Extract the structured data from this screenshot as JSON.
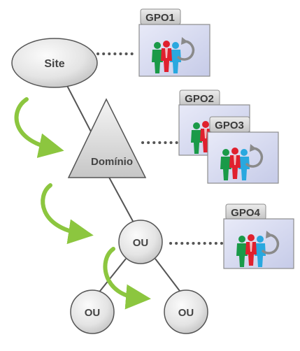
{
  "nodes": {
    "site": "Site",
    "domain": "Domínio",
    "ou_top": "OU",
    "ou_left": "OU",
    "ou_right": "OU"
  },
  "gpos": {
    "gpo1": "GPO1",
    "gpo2": "GPO2",
    "gpo3": "GPO3",
    "gpo4": "GPO4"
  },
  "colors": {
    "node_fill_light": "#f2f2f2",
    "node_fill_dark": "#c4c4c4",
    "arrow_green": "#8cc63f",
    "gpo_card": "#d4d8f0",
    "gpo_tab": "#d0d0d0",
    "person_green": "#1a9a48",
    "person_red": "#e0202e",
    "person_blue": "#29a8df"
  },
  "icons": [
    "group-users-icon",
    "refresh-cycle-icon"
  ]
}
